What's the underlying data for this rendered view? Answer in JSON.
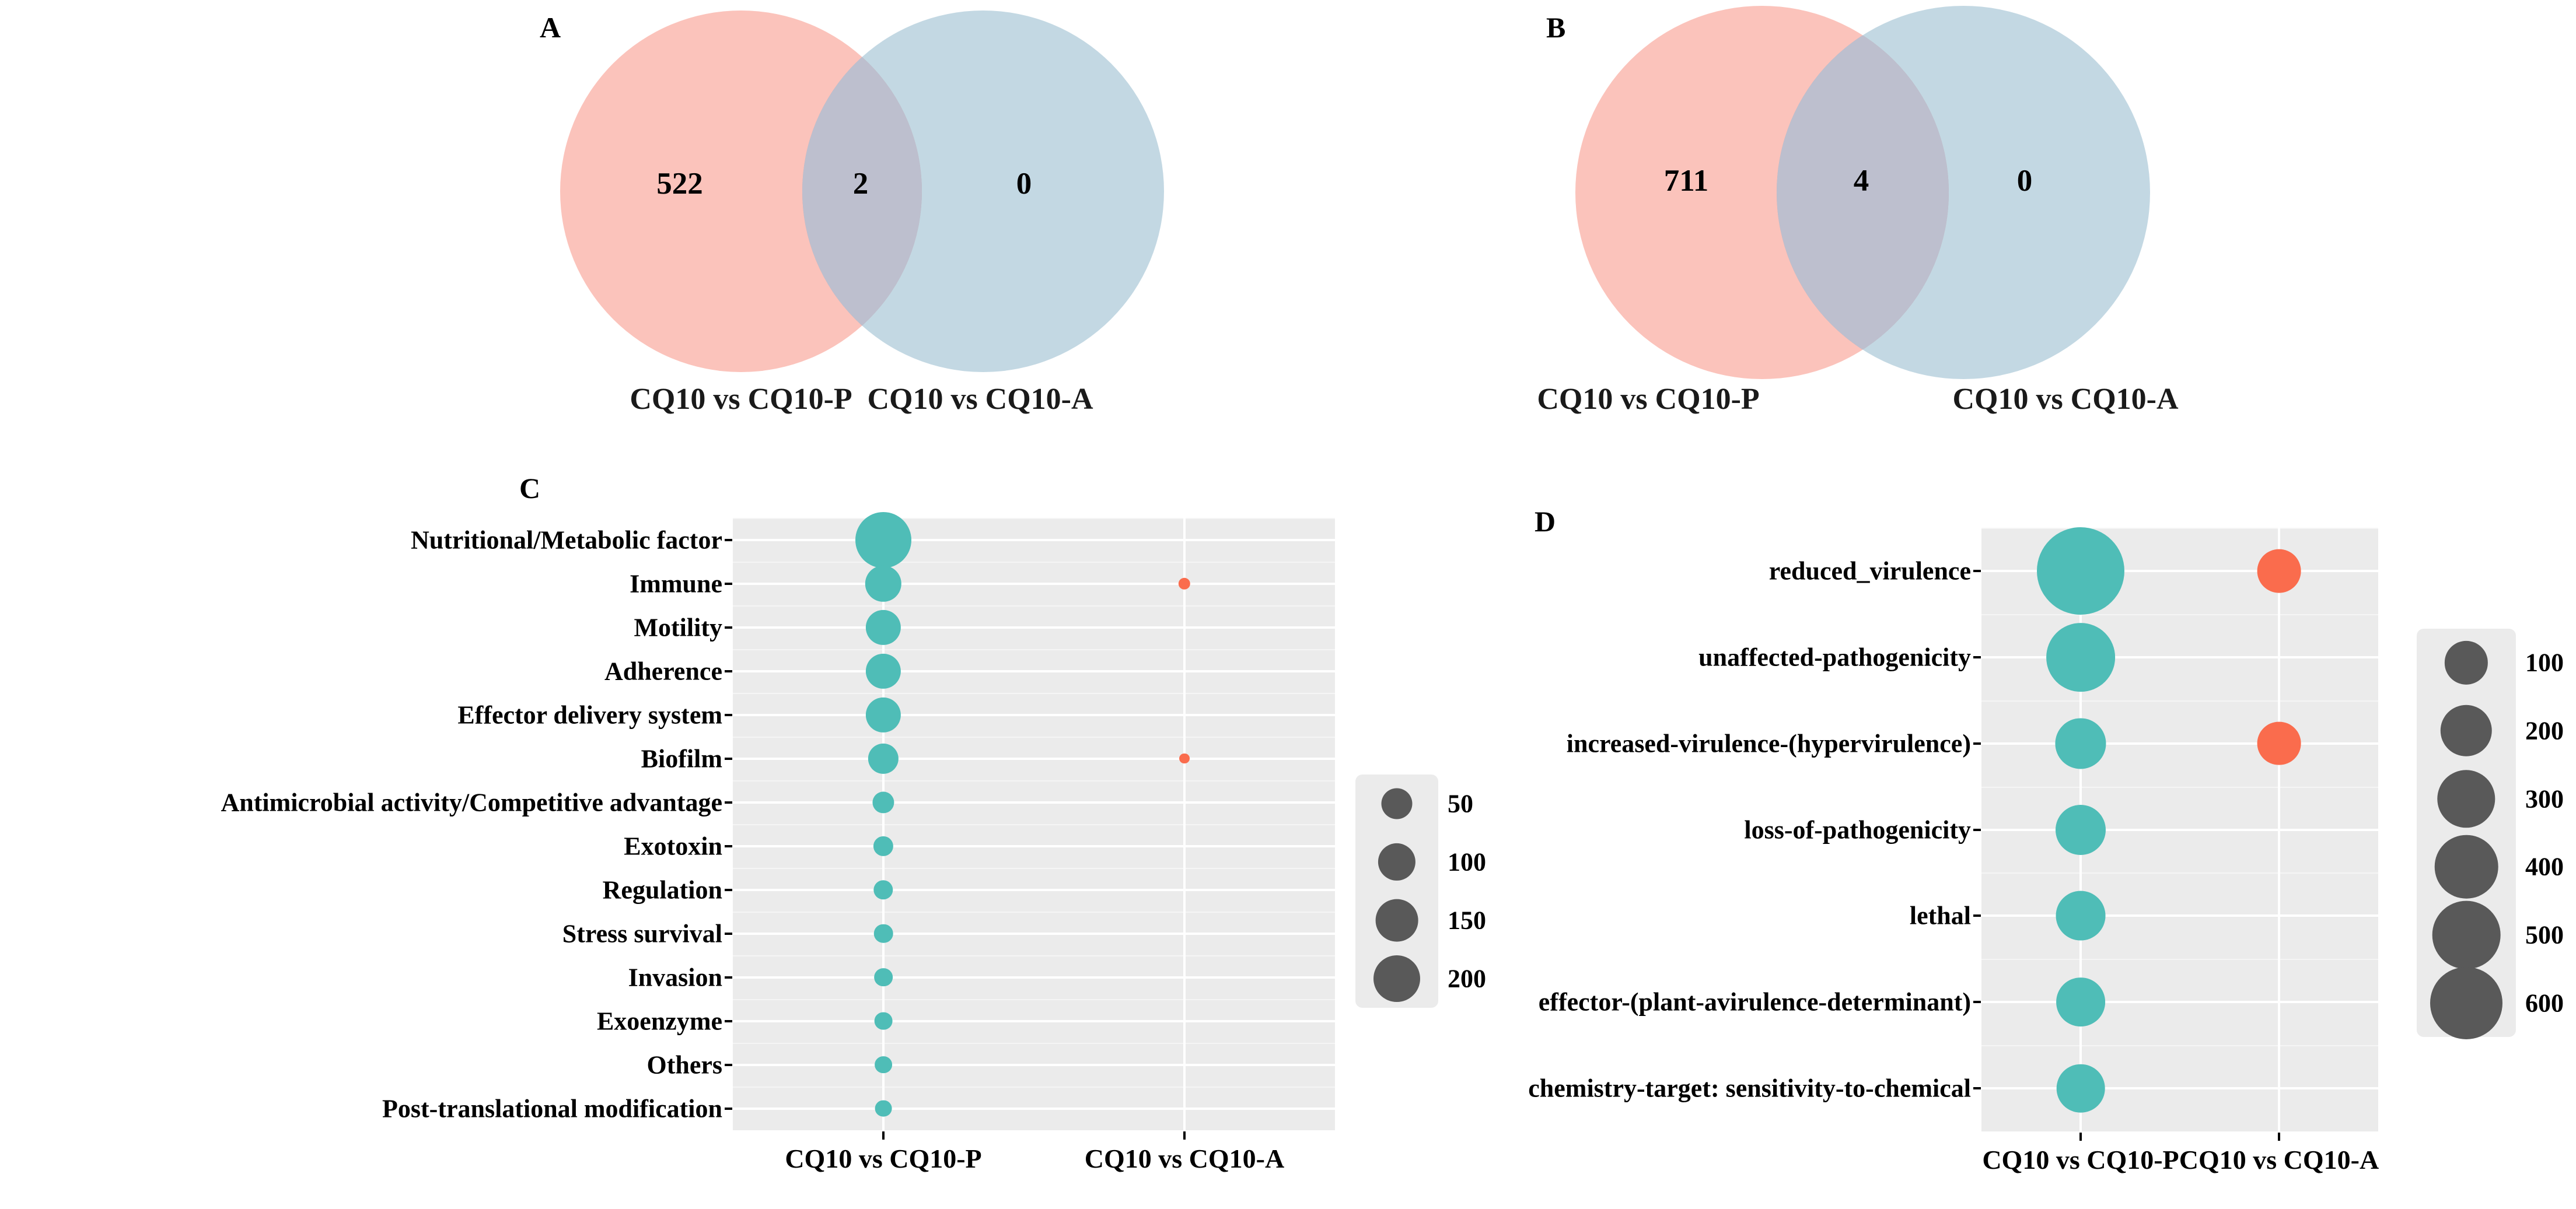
{
  "figure": {
    "panels": [
      "A",
      "B",
      "C",
      "D"
    ],
    "colors": {
      "venn_left": "#FBC3BB",
      "venn_right": "#C3D8E3",
      "venn_overlap": "#BDBFCE",
      "bubble_teal": "#4FBDB7",
      "bubble_orange": "#FA6C4D",
      "legend_gray": "#595959",
      "panel_background": "#EBEBEB",
      "gridline": "#FFFFFF"
    }
  },
  "panelA": {
    "letter": "A",
    "left_label": "CQ10 vs CQ10-P",
    "right_label": "CQ10 vs CQ10-A",
    "left_only": "522",
    "intersection": "2",
    "right_only": "0"
  },
  "panelB": {
    "letter": "B",
    "left_label": "CQ10 vs CQ10-P",
    "right_label": "CQ10 vs CQ10-A",
    "left_only": "711",
    "intersection": "4",
    "right_only": "0"
  },
  "panelC": {
    "letter": "C",
    "x_labels": [
      "CQ10 vs CQ10-P",
      "CQ10 vs CQ10-A"
    ],
    "legend_title": "",
    "legend_values": [
      "50",
      "100",
      "150",
      "200"
    ]
  },
  "panelD": {
    "letter": "D",
    "x_labels": [
      "CQ10 vs CQ10-P",
      "CQ10 vs CQ10-A"
    ],
    "legend_title": "",
    "legend_values": [
      "100",
      "200",
      "300",
      "400",
      "500",
      "600"
    ]
  },
  "chart_data": [
    {
      "panel": "C",
      "type": "scatter",
      "title": "",
      "xlabel": "",
      "ylabel": "",
      "grid": true,
      "legend_position": "inside-right",
      "size_legend": {
        "values": [
          50,
          100,
          150,
          200
        ],
        "label": ""
      },
      "categories_x": [
        "CQ10 vs CQ10-P",
        "CQ10 vs CQ10-A"
      ],
      "categories_y": [
        "Nutritional/Metabolic factor",
        "Immune",
        "Motility",
        "Adherence",
        "Effector delivery system",
        "Biofilm",
        "Antimicrobial activity/Competitive advantage",
        "Exotoxin",
        "Regulation",
        "Stress survival",
        "Invasion",
        "Exoenzyme",
        "Others",
        "Post-translational modification"
      ],
      "series": [
        {
          "name": "CQ10 vs CQ10-P",
          "color": "#4FBDB7",
          "values": [
            200,
            72,
            66,
            66,
            66,
            46,
            18,
            14,
            13,
            12,
            11,
            10,
            9,
            8
          ]
        },
        {
          "name": "CQ10 vs CQ10-A",
          "color": "#FA6C4D",
          "values": [
            0,
            2,
            0,
            0,
            0,
            1,
            0,
            0,
            0,
            0,
            0,
            0,
            0,
            0
          ]
        }
      ]
    },
    {
      "panel": "D",
      "type": "scatter",
      "title": "",
      "xlabel": "",
      "ylabel": "",
      "grid": true,
      "legend_position": "right",
      "size_legend": {
        "values": [
          100,
          200,
          300,
          400,
          500,
          600
        ],
        "label": ""
      },
      "categories_x": [
        "CQ10 vs CQ10-P",
        "CQ10 vs CQ10-A"
      ],
      "categories_y": [
        "reduced_virulence",
        "unaffected-pathogenicity",
        "increased-virulence-(hypervirulence)",
        "loss-of-pathogenicity",
        "lethal",
        "effector-(plant-avirulence-determinant)",
        "chemistry-target: sensitivity-to-chemical"
      ],
      "series": [
        {
          "name": "CQ10 vs CQ10-P",
          "color": "#4FBDB7",
          "values": [
            600,
            300,
            110,
            105,
            100,
            95,
            90
          ]
        },
        {
          "name": "CQ10 vs CQ10-A",
          "color": "#FA6C4D",
          "values": [
            60,
            0,
            60,
            0,
            0,
            0,
            0
          ]
        }
      ]
    }
  ]
}
